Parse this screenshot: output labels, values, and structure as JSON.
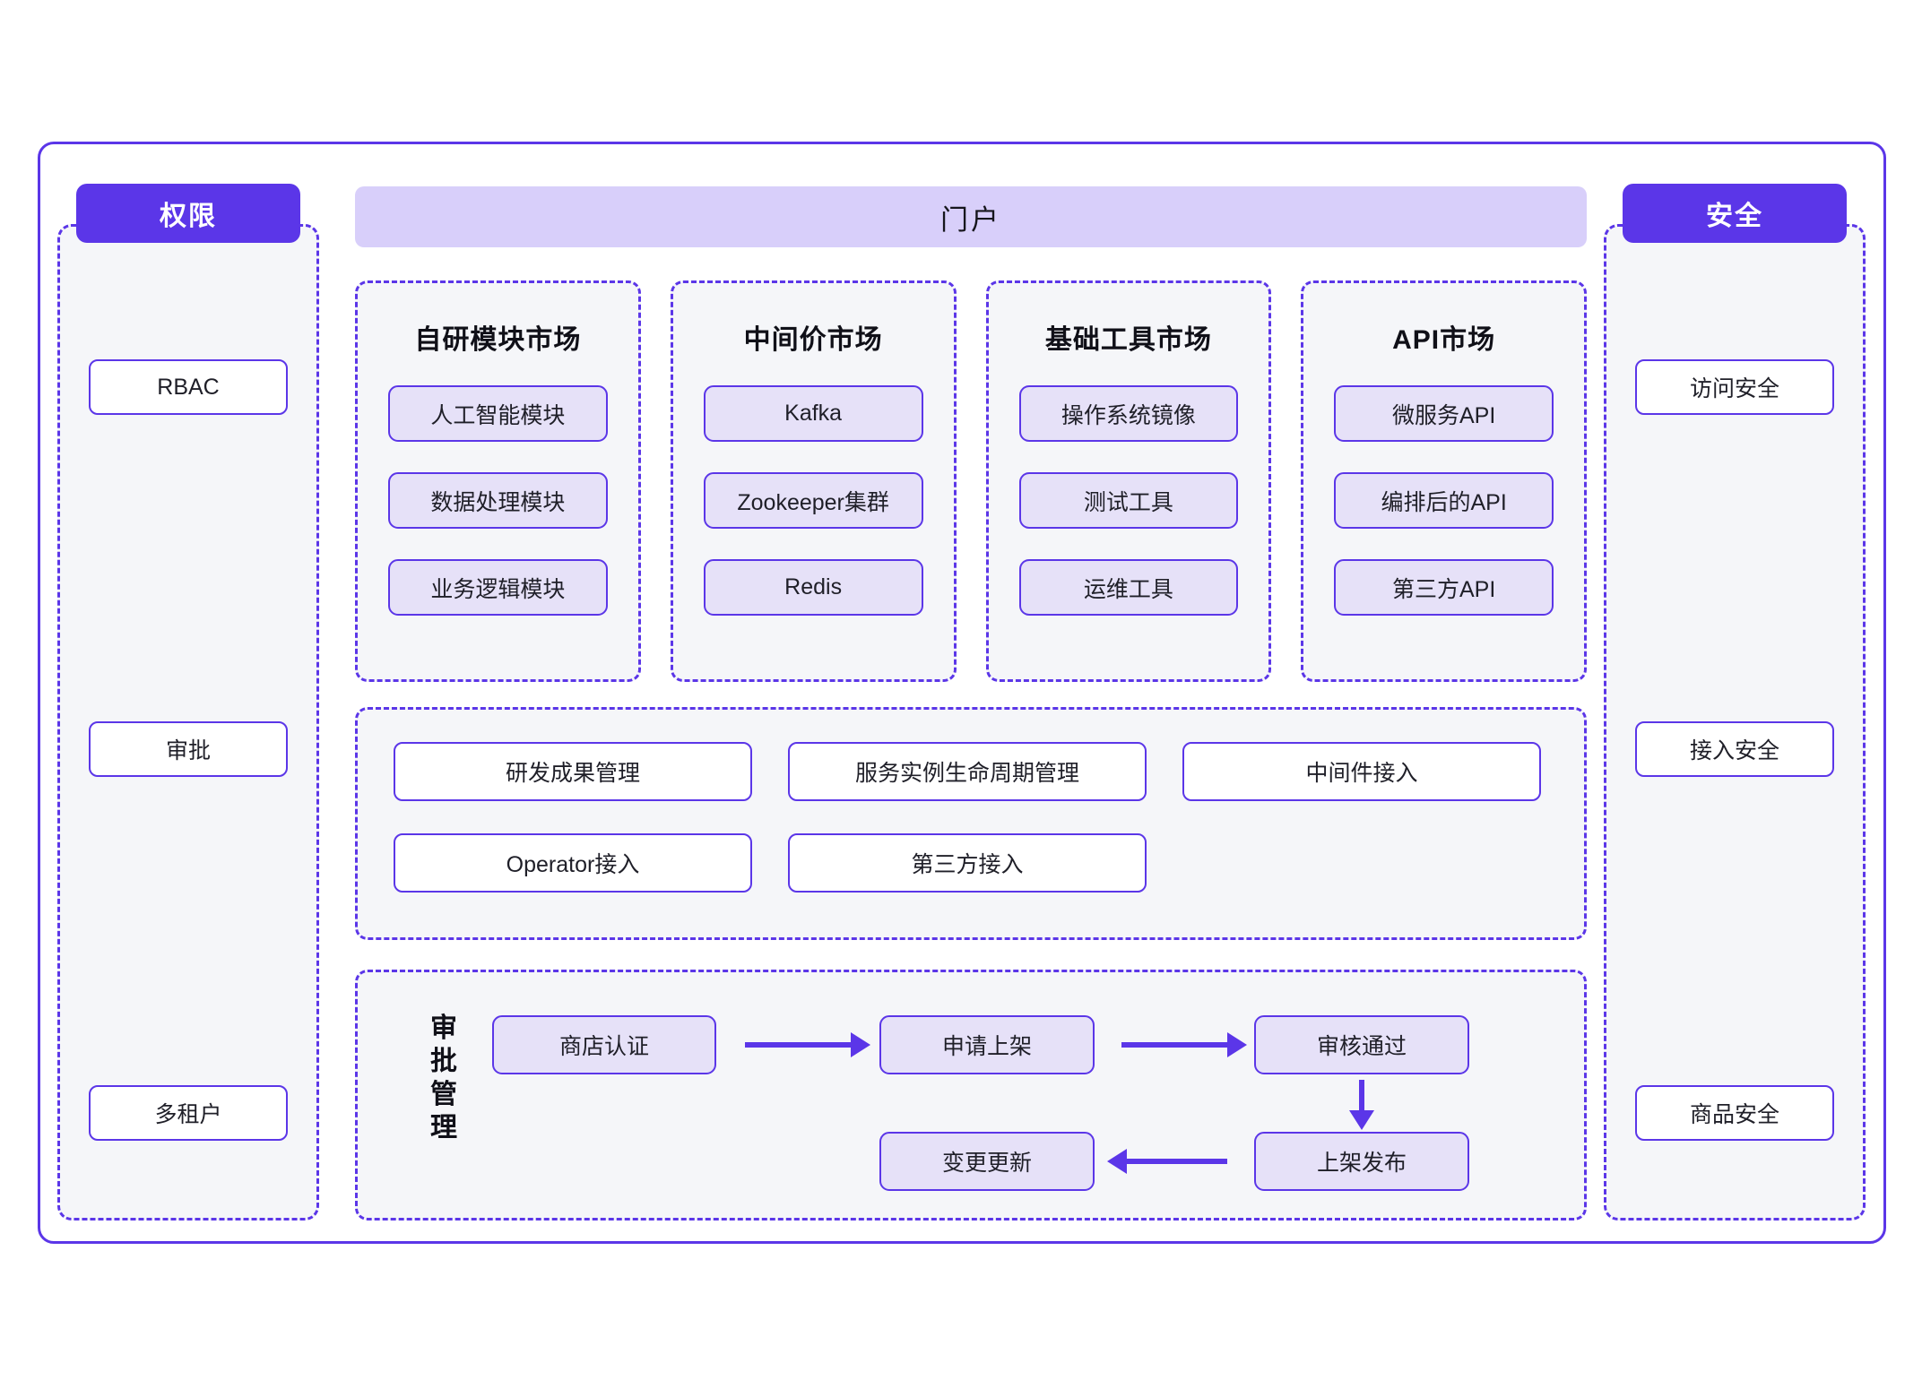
{
  "left_column": {
    "badge": "权限",
    "items": [
      {
        "label": "RBAC"
      },
      {
        "label": "审批"
      },
      {
        "label": "多租户"
      }
    ]
  },
  "right_column": {
    "badge": "安全",
    "items": [
      {
        "label": "访问安全"
      },
      {
        "label": "接入安全"
      },
      {
        "label": "商品安全"
      }
    ]
  },
  "portal": {
    "title": "门户"
  },
  "markets": [
    {
      "title": "自研模块市场",
      "items": [
        "人工智能模块",
        "数据处理模块",
        "业务逻辑模块"
      ]
    },
    {
      "title": "中间价市场",
      "items": [
        "Kafka",
        "Zookeeper集群",
        "Redis"
      ]
    },
    {
      "title": "基础工具市场",
      "items": [
        "操作系统镜像",
        "测试工具",
        "运维工具"
      ]
    },
    {
      "title": "API市场",
      "items": [
        "微服务API",
        "编排后的API",
        "第三方API"
      ]
    }
  ],
  "capabilities": {
    "row1": [
      "研发成果管理",
      "服务实例生命周期管理",
      "中间件接入"
    ],
    "row2": [
      "Operator接入",
      "第三方接入"
    ]
  },
  "approval_flow": {
    "label_chars": [
      "审",
      "批",
      "管",
      "理"
    ],
    "nodes": {
      "shop_cert": "商店认证",
      "apply_listing": "申请上架",
      "approved": "审核通过",
      "published": "上架发布",
      "change_update": "变更更新"
    }
  },
  "colors": {
    "accent": "#5b36e8",
    "chip_fill": "#e6e1f8",
    "portal_fill": "#d8cffa",
    "panel_fill": "#f5f6f9"
  }
}
